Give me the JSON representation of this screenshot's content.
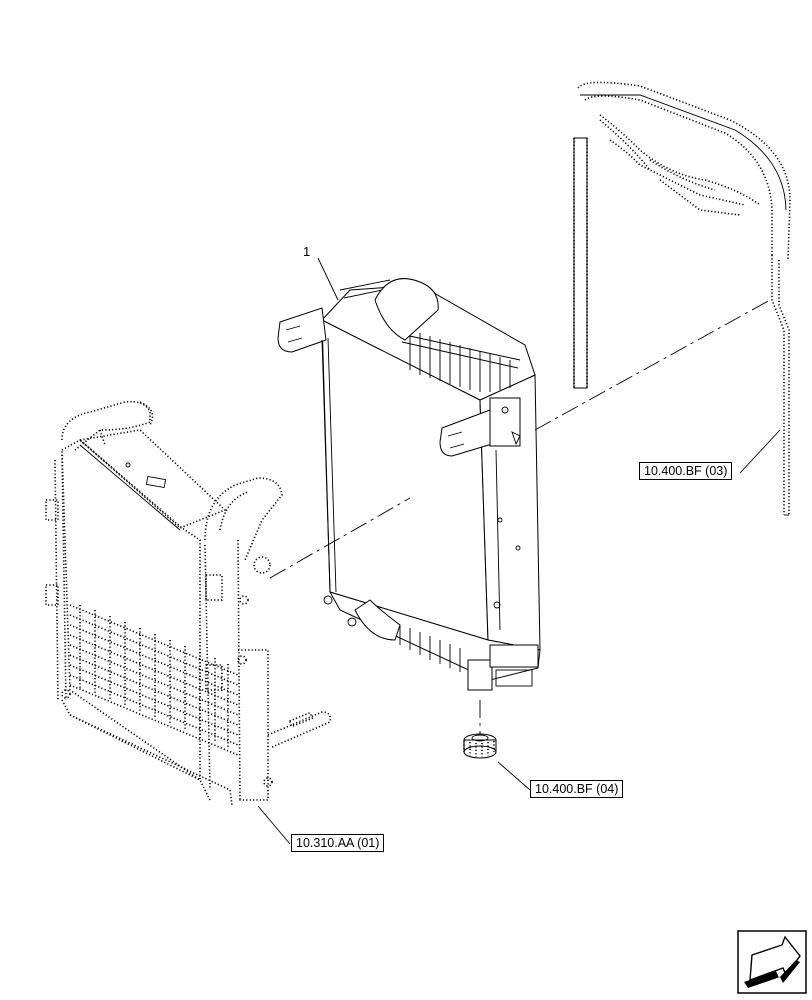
{
  "callouts": {
    "item_number": "1",
    "ref_top_right": "10.400.BF (03)",
    "ref_bottom_right": "10.400.BF (04)",
    "ref_bottom_left": "10.310.AA (01)"
  },
  "icons": {
    "navigation": "arrow-next-page-icon"
  }
}
